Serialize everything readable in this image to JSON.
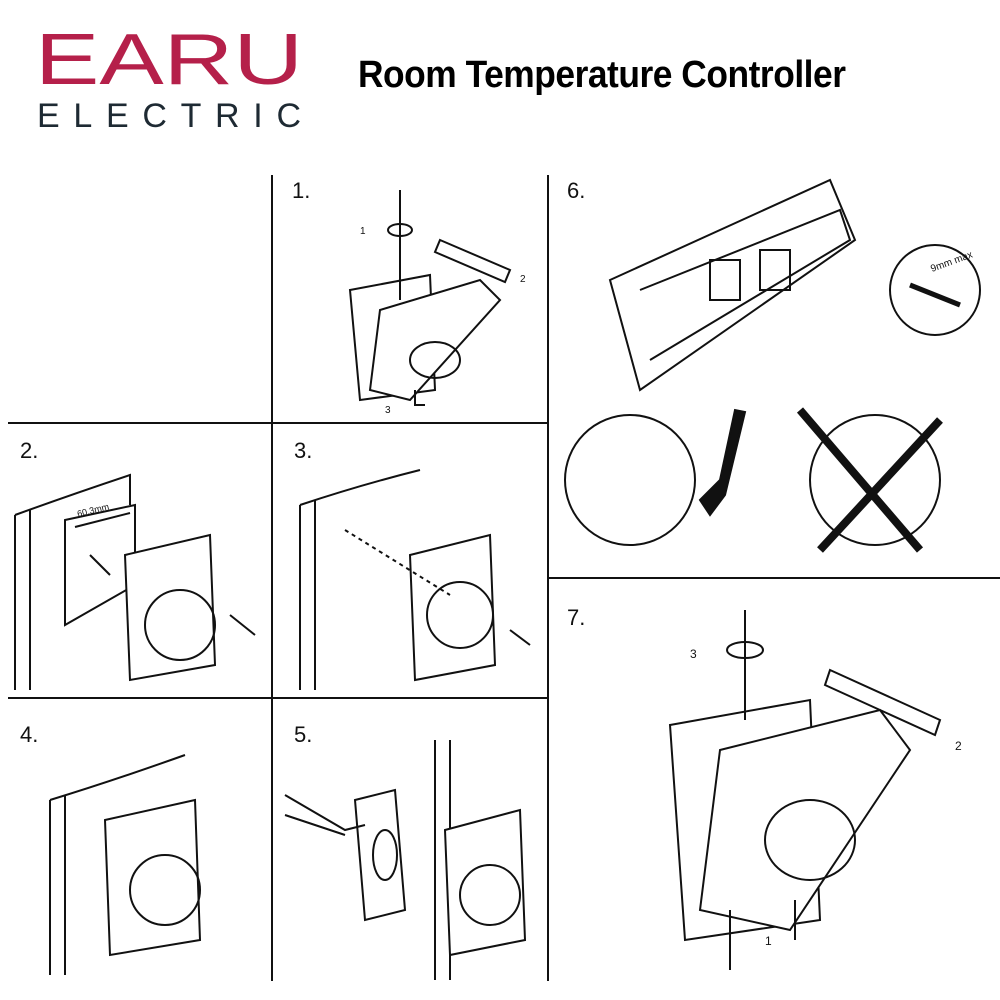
{
  "brand": {
    "name": "EARU",
    "sub": "ELECTRIC",
    "color": "#b5204a",
    "sub_color": "#1e2a33"
  },
  "title": "Room Temperature Controller",
  "steps": [
    {
      "label": "1.",
      "callouts": [
        "1",
        "2",
        "3"
      ]
    },
    {
      "label": "2.",
      "dimension": "60.3mm"
    },
    {
      "label": "3."
    },
    {
      "label": "4."
    },
    {
      "label": "5."
    },
    {
      "label": "6.",
      "strip_length": "9mm max"
    },
    {
      "label": "7.",
      "callouts": [
        "1",
        "2",
        "3"
      ]
    }
  ]
}
